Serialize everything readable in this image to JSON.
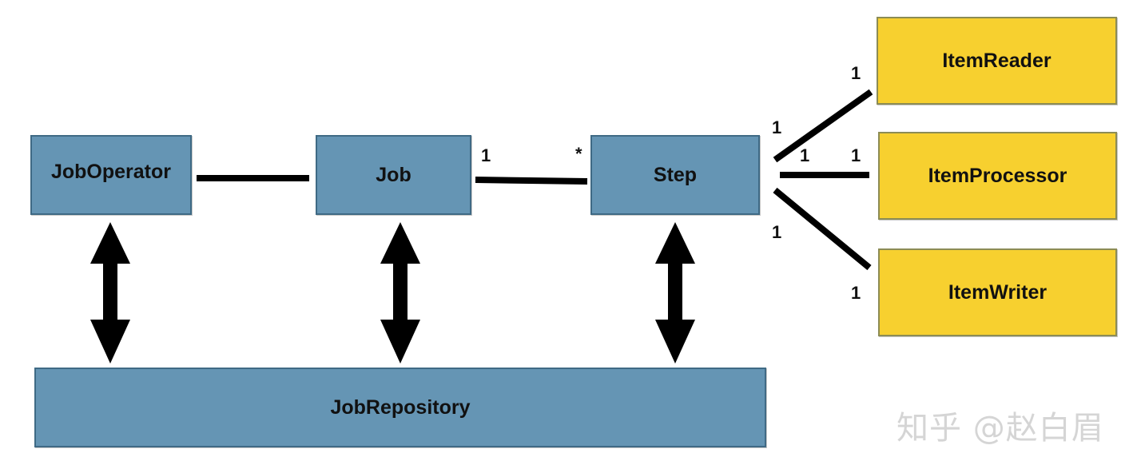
{
  "boxes": {
    "job_operator": "JobOperator",
    "job": "Job",
    "step": "Step",
    "job_repository": "JobRepository",
    "item_reader": "ItemReader",
    "item_processor": "ItemProcessor",
    "item_writer": "ItemWriter"
  },
  "multiplicities": {
    "job_side": "1",
    "step_side": "*",
    "step_to_reader": "1",
    "reader_end": "1",
    "step_to_processor": "1",
    "processor_end": "1",
    "step_to_writer": "1",
    "writer_end": "1"
  },
  "watermark": "知乎 @赵白眉",
  "colors": {
    "blue_box": "#6595b4",
    "yellow_box": "#f7d02f",
    "connector": "#000000"
  }
}
